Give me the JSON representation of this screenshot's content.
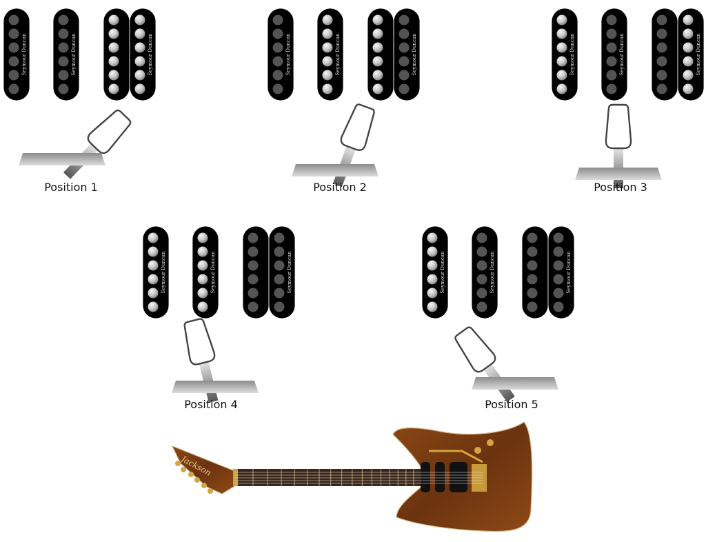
{
  "title": "Pickup selector switch positions",
  "pickup_brand": "Seymour Duncan",
  "colors": {
    "cover": "#000000",
    "pole_active_light": "#f2f2f2",
    "pole_active_dark": "#8a8a8a",
    "pole_inactive": "#545454",
    "knob_stroke": "#444444",
    "body_wood": "#7a3d12"
  },
  "positions": [
    {
      "label": "Position 1",
      "switch_angle_deg": 44,
      "active": {
        "neck": false,
        "middle": false,
        "bridge_inner": true,
        "bridge_outer": true
      }
    },
    {
      "label": "Position 2",
      "switch_angle_deg": 20,
      "active": {
        "neck": false,
        "middle": true,
        "bridge_inner": true,
        "bridge_outer": false
      }
    },
    {
      "label": "Position 3",
      "switch_angle_deg": 0,
      "active": {
        "neck": true,
        "middle": false,
        "bridge_inner": false,
        "bridge_outer": true
      }
    },
    {
      "label": "Position 4",
      "switch_angle_deg": -14,
      "active": {
        "neck": true,
        "middle": true,
        "bridge_inner": false,
        "bridge_outer": false
      }
    },
    {
      "label": "Position 5",
      "switch_angle_deg": -36,
      "active": {
        "neck": true,
        "middle": false,
        "bridge_inner": false,
        "bridge_outer": false
      }
    }
  ],
  "guitar": {
    "headstock_logo": "Jackson"
  }
}
